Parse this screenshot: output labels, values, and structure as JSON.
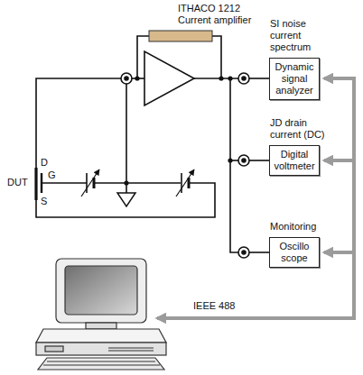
{
  "diagram": {
    "nodes": [
      {
        "text": [
          "SI noise current spectrum",
          "Dynamic signal analyzer"
        ]
      },
      {
        "text": [
          "JD drain current (DC)",
          "Digital voltmeter"
        ]
      },
      {
        "text": [
          "Monitoring",
          "Oscillo scope"
        ]
      }
    ],
    "labels": [
      "ITHACO 1212 Current amplifier",
      "DUT",
      "D",
      "G",
      "S",
      "IEEE 488"
    ]
  }
}
